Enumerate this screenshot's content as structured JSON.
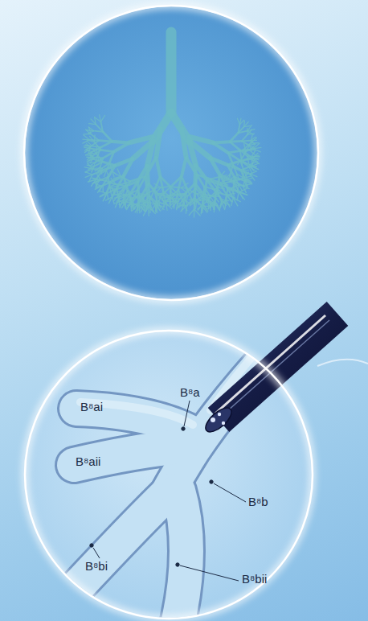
{
  "diagram": {
    "labels": [
      "B⁸a",
      "B⁸ai",
      "B⁸aii",
      "B⁸b",
      "B⁸bi",
      "B⁸bii"
    ]
  }
}
